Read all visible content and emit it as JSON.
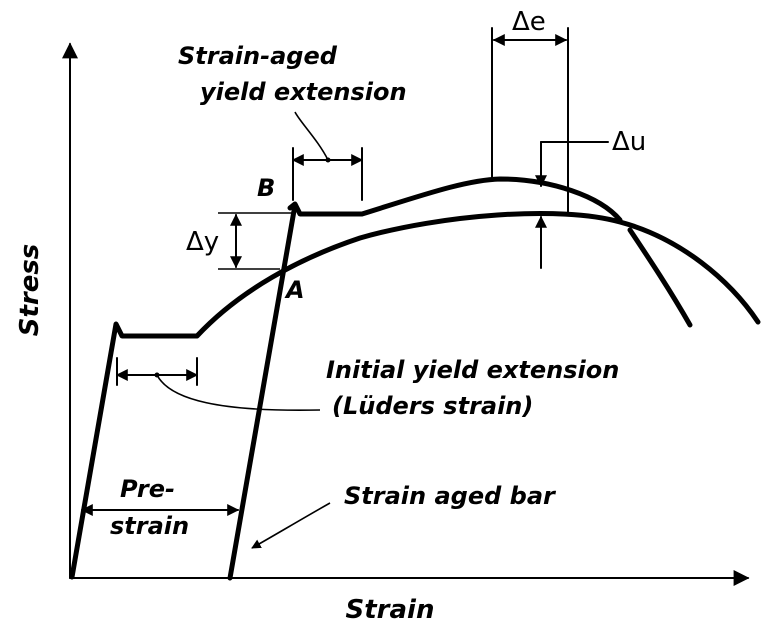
{
  "axes": {
    "x_label": "Strain",
    "y_label": "Stress"
  },
  "labels": {
    "strain_aged_line1": "Strain-aged",
    "strain_aged_line2": "yield extension",
    "initial_line1": "Initial yield extension",
    "initial_line2": "(Lüders strain)",
    "prestrain_line1": "Pre-",
    "prestrain_line2": "strain",
    "strain_aged_bar": "Strain aged bar",
    "point_a": "A",
    "point_b": "B",
    "delta_e": "Δe",
    "delta_u": "Δu",
    "delta_y": "Δy"
  }
}
